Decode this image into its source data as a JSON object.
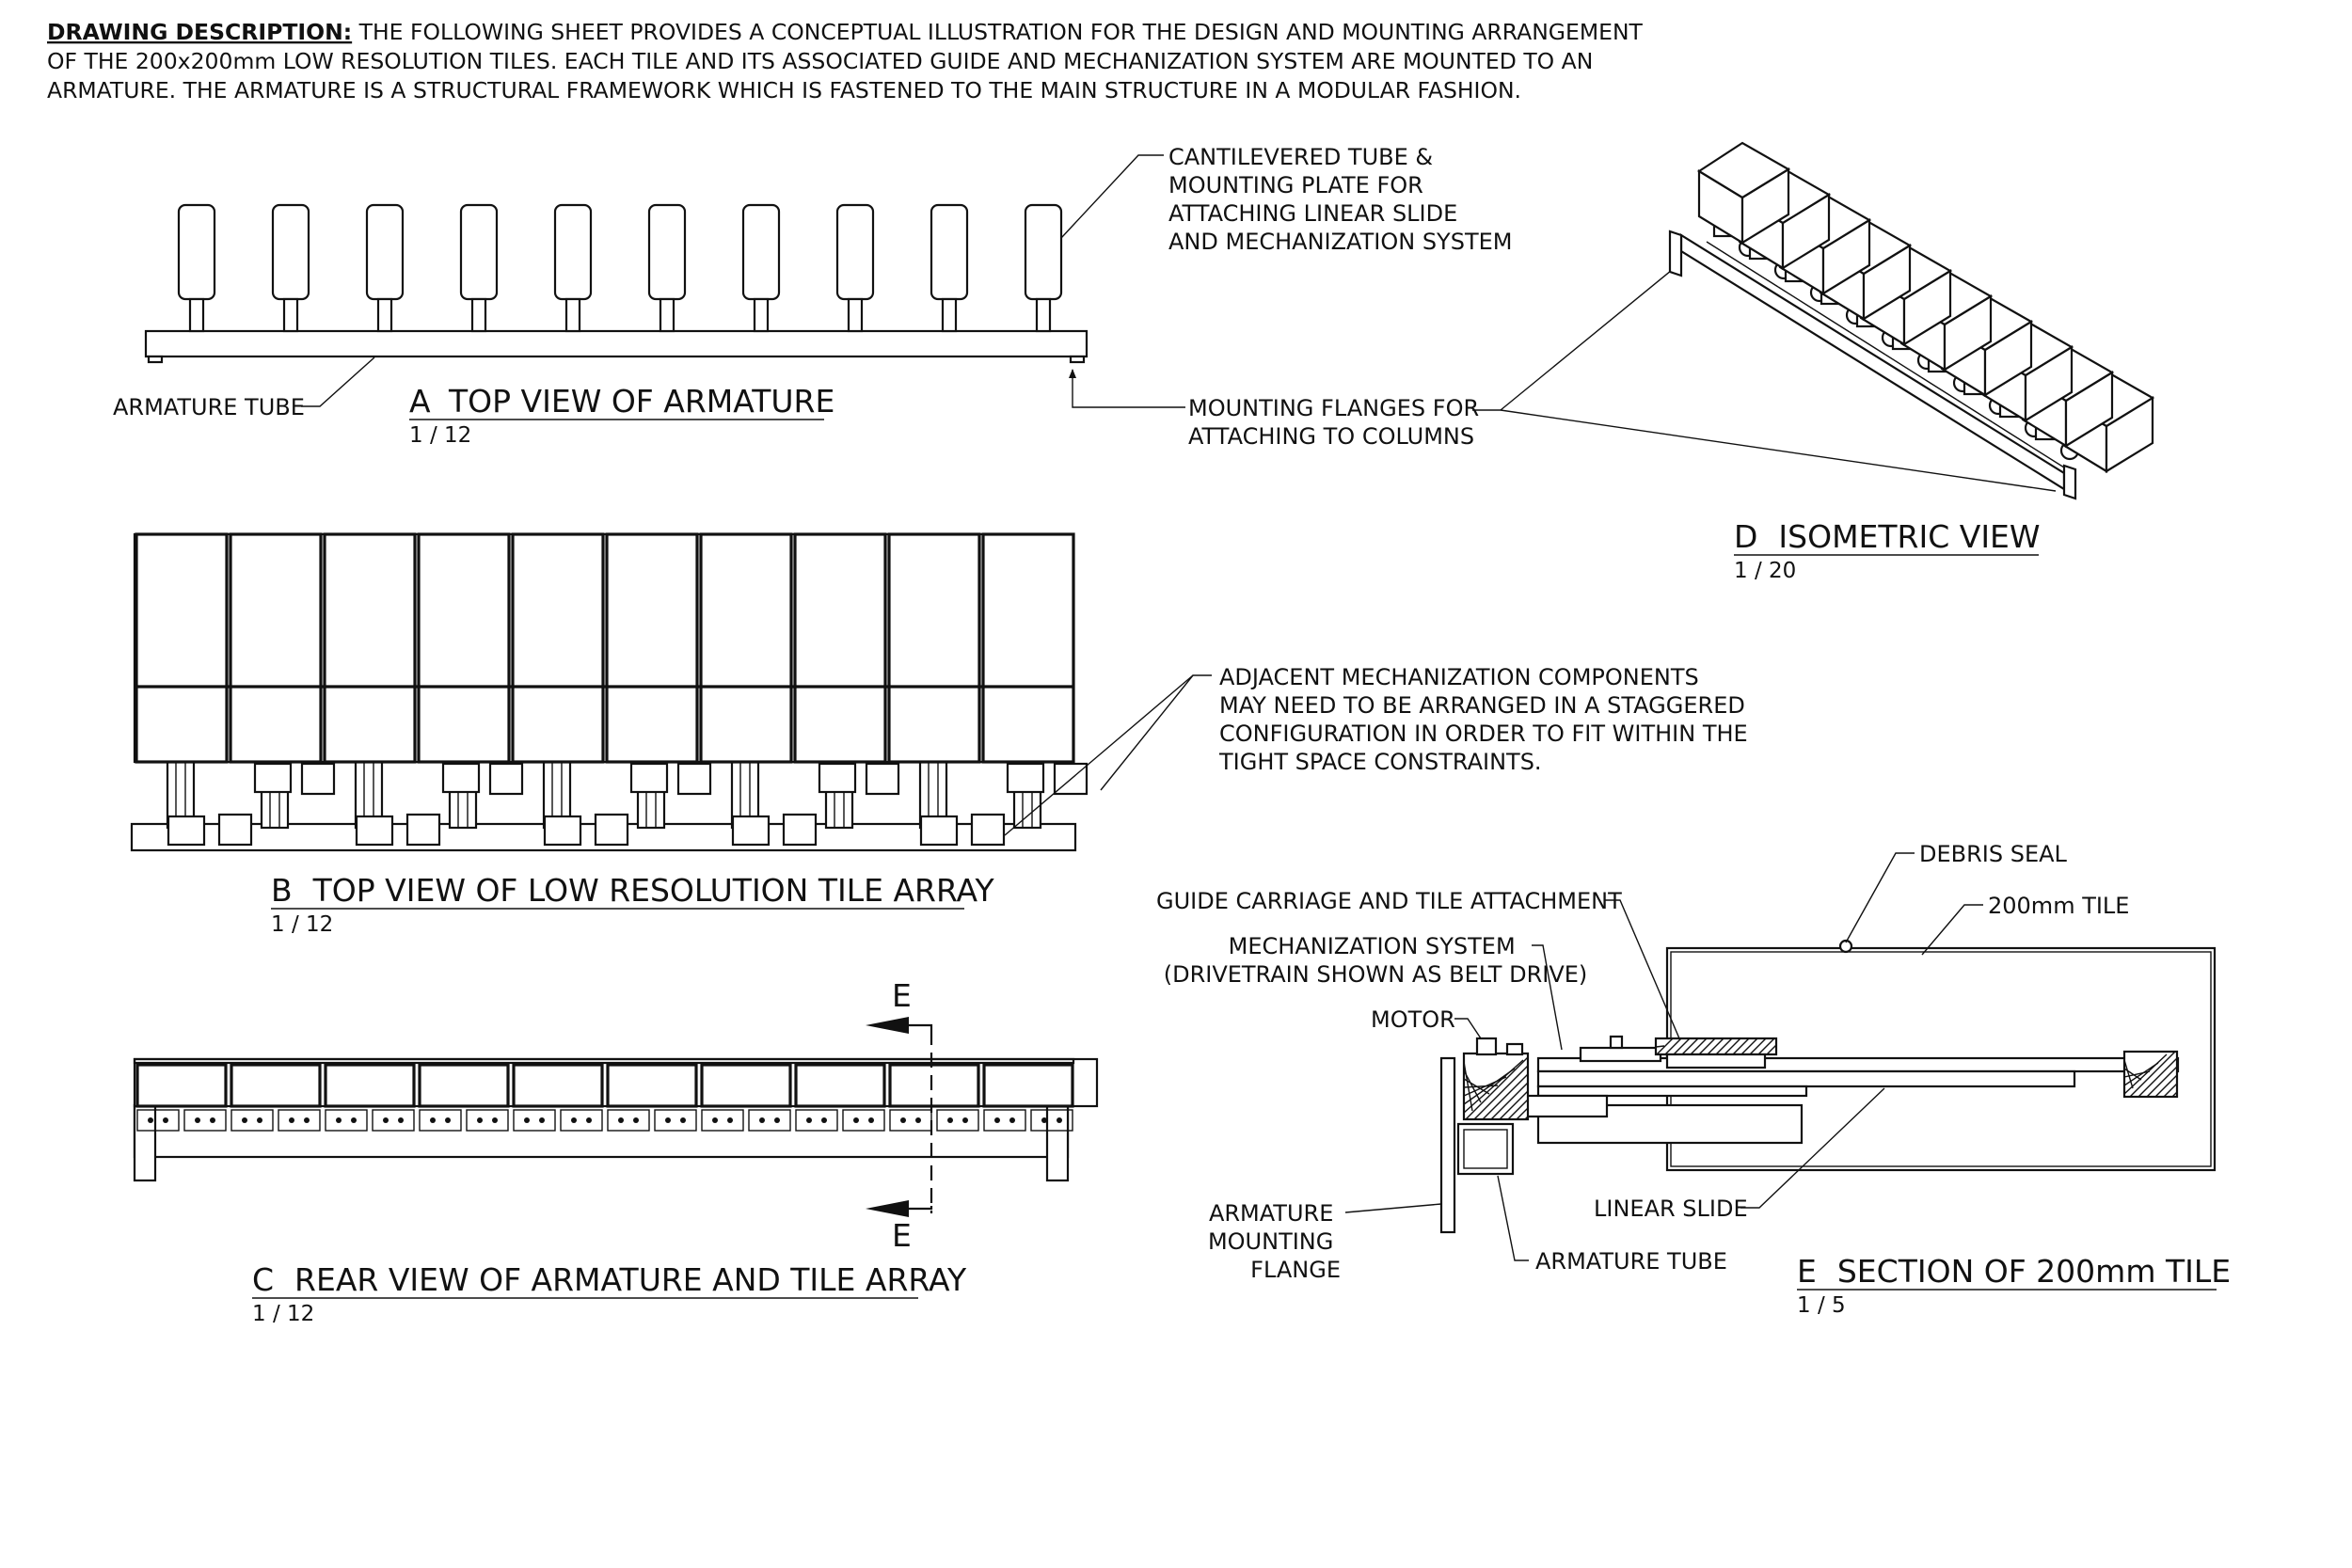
{
  "description": {
    "lead": "DRAWING DESCRIPTION:",
    "line1": " THE FOLLOWING SHEET PROVIDES A CONCEPTUAL ILLUSTRATION FOR THE DESIGN AND MOUNTING ARRANGEMENT",
    "line2": "OF THE 200x200mm LOW RESOLUTION TILES. EACH TILE AND ITS ASSOCIATED GUIDE AND MECHANIZATION SYSTEM ARE MOUNTED TO AN",
    "line3": "ARMATURE. THE ARMATURE IS A STRUCTURAL FRAMEWORK WHICH IS FASTENED TO THE MAIN STRUCTURE IN A MODULAR FASHION."
  },
  "views": {
    "a": {
      "letter": "A",
      "title": "TOP VIEW OF ARMATURE",
      "scale": "1 / 12"
    },
    "b": {
      "letter": "B",
      "title": "TOP VIEW OF LOW RESOLUTION TILE ARRAY",
      "scale": "1 / 12"
    },
    "c": {
      "letter": "C",
      "title": "REAR VIEW OF ARMATURE AND TILE ARRAY",
      "scale": "1 / 12"
    },
    "d": {
      "letter": "D",
      "title": "ISOMETRIC VIEW",
      "scale": "1 / 20"
    },
    "e": {
      "letter": "E",
      "title": "SECTION OF 200mm TILE",
      "scale": "1 / 5"
    }
  },
  "callouts": {
    "cantilever": [
      "CANTILEVERED TUBE &",
      "MOUNTING PLATE FOR",
      "ATTACHING LINEAR SLIDE",
      "AND MECHANIZATION SYSTEM"
    ],
    "armature_tube_a": "ARMATURE TUBE",
    "flanges": [
      "MOUNTING FLANGES FOR",
      "ATTACHING TO COLUMNS"
    ],
    "adjacent": [
      "ADJACENT MECHANIZATION COMPONENTS",
      "MAY NEED TO BE ARRANGED IN A STAGGERED",
      "CONFIGURATION IN ORDER TO FIT WITHIN THE",
      "TIGHT SPACE CONSTRAINTS."
    ],
    "section_marker": "E",
    "debris_seal": "DEBRIS SEAL",
    "guide_carriage": "GUIDE CARRIAGE AND TILE ATTACHMENT",
    "tile_200": "200mm TILE",
    "mechanization": [
      "MECHANIZATION SYSTEM",
      "(DRIVETRAIN SHOWN AS BELT DRIVE)"
    ],
    "motor": "MOTOR",
    "armature_flange": [
      "ARMATURE",
      "MOUNTING",
      "FLANGE"
    ],
    "linear_slide": "LINEAR SLIDE",
    "armature_tube_e": "ARMATURE TUBE"
  }
}
